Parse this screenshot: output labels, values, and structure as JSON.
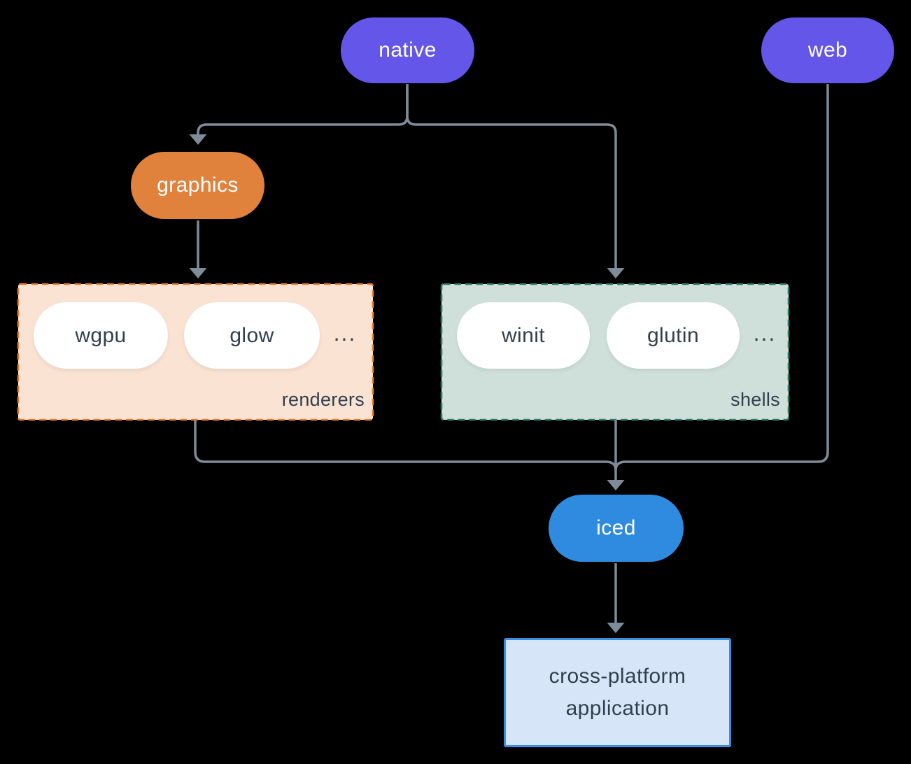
{
  "nodes": {
    "native": {
      "label": "native"
    },
    "web": {
      "label": "web"
    },
    "graphics": {
      "label": "graphics"
    },
    "iced": {
      "label": "iced"
    },
    "app": {
      "line1": "cross-platform",
      "line2": "application"
    }
  },
  "groups": {
    "renderers": {
      "label": "renderers",
      "ellipsis": "...",
      "items": [
        {
          "label": "wgpu"
        },
        {
          "label": "glow"
        }
      ]
    },
    "shells": {
      "label": "shells",
      "ellipsis": "...",
      "items": [
        {
          "label": "winit"
        },
        {
          "label": "glutin"
        }
      ]
    }
  },
  "edges": [
    {
      "from": "native",
      "to": "graphics"
    },
    {
      "from": "native",
      "to": "shells"
    },
    {
      "from": "graphics",
      "to": "renderers"
    },
    {
      "from": "renderers",
      "to": "iced"
    },
    {
      "from": "shells",
      "to": "iced"
    },
    {
      "from": "web",
      "to": "iced"
    },
    {
      "from": "iced",
      "to": "app"
    }
  ],
  "colors": {
    "bg": "#000000",
    "node-purple": "#6456E9",
    "node-orange": "#E0813C",
    "node-blue": "#2E8BDF",
    "renderers-bg": "#FAE3D2",
    "renderers-border": "#DF7C2E",
    "shells-bg": "#CEE0D9",
    "shells-border": "#2E7A68",
    "app-bg": "#D6E6F8",
    "app-border": "#3A8FE0",
    "line": "#7E8C99",
    "dark-text": "#32404D",
    "white-text": "#FFFFFF"
  }
}
